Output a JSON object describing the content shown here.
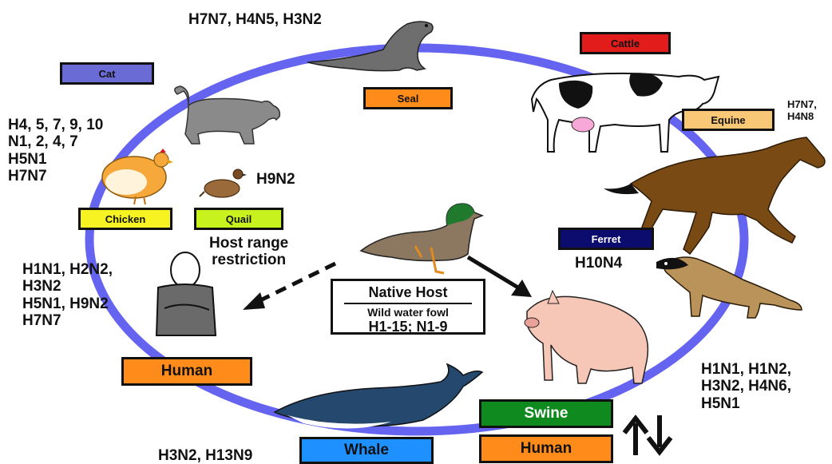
{
  "colors": {
    "ring": "#6464f0",
    "cat": "#6b6bd6",
    "seal": "#ff8c1a",
    "cattle": "#e21b1b",
    "equine": "#f8c877",
    "chicken": "#f7f323",
    "quail": "#c8f21e",
    "ferret": "#0c0c6e",
    "human": "#ff8c1a",
    "swine": "#0e8a1e",
    "whale": "#1e90ff"
  },
  "hosts": {
    "cat": "Cat",
    "seal": "Seal",
    "cattle": "Cattle",
    "equine": "Equine",
    "chicken": "Chicken",
    "quail": "Quail",
    "ferret": "Ferret",
    "human_left": "Human",
    "swine": "Swine",
    "human_right": "Human",
    "whale": "Whale"
  },
  "subtypes": {
    "seal": "H7N7, H4N5, H3N2",
    "equine": "H7N7,\nH4N8",
    "cat_chicken": "H4, 5, 7, 9, 10\nN1, 2, 4, 7\nH5N1\nH7N7",
    "quail": "H9N2",
    "ferret": "H10N4",
    "human": "H1N1, H2N2,\nH3N2\nH5N1, H9N2\nH7N7",
    "swine": "H1N1, H1N2,\nH3N2, H4N6,\nH5N1",
    "whale": "H3N2, H13N9"
  },
  "host_range_note": "Host range\nrestriction",
  "native_host": {
    "title": "Native Host",
    "subtitle": "Wild water fowl",
    "subtypes": "H1-15; N1-9"
  }
}
